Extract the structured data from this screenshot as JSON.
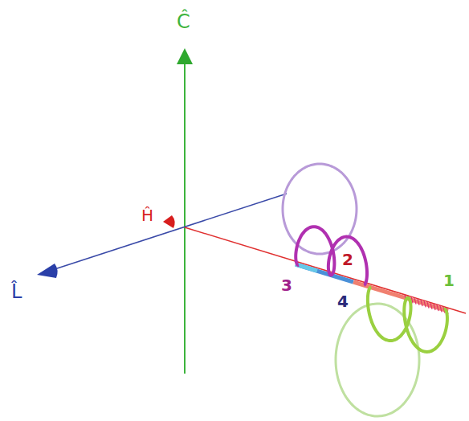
{
  "diagram": {
    "labels": [
      "Ĉ",
      "Ĥ",
      "L̂",
      "1",
      "2",
      "3",
      "4"
    ]
  }
}
